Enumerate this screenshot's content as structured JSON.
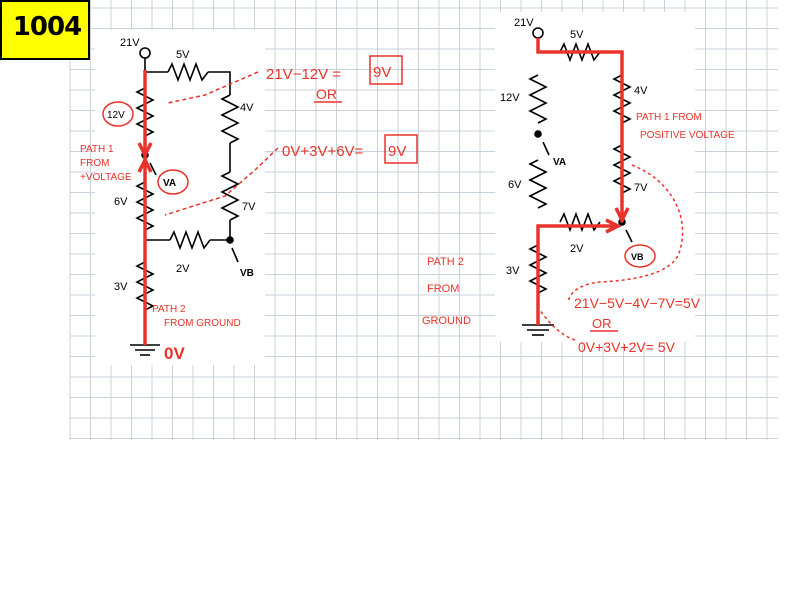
{
  "badge": {
    "label": "1004",
    "bg": "#ffff00"
  },
  "colors": {
    "grid": "#c9d3dc",
    "wire": "#000000",
    "path": "#e8332a",
    "annot": "#e8332a"
  },
  "left": {
    "source": "21V",
    "resistors": {
      "top": "5V",
      "upper_left": "12V",
      "mid_left": "6V",
      "right_upper": "4V",
      "right_lower": "7V",
      "bottom_mid": "2V",
      "bottom_left": "3V"
    },
    "va": "VA",
    "vb": "VB",
    "path1": [
      "PATH 1",
      "FROM",
      "+VOLTAGE"
    ],
    "path2": [
      "PATH 2",
      "FROM GROUND"
    ],
    "calc1": "21V−12V =",
    "calc1_box": "9V",
    "or": "OR",
    "calc2": "0V+3V+6V=",
    "calc2_box": "9V",
    "ground": "0V"
  },
  "right": {
    "source": "21V",
    "resistors": {
      "top": "5V",
      "upper_left": "12V",
      "mid_left": "6V",
      "right_upper": "4V",
      "right_lower": "7V",
      "bottom_mid": "2V",
      "bottom_left": "3V"
    },
    "va": "VA",
    "vb": "VB",
    "path1": [
      "PATH 1 FROM",
      "POSITIVE VOLTAGE"
    ],
    "path2": [
      "PATH 2",
      "FROM",
      "GROUND"
    ],
    "calc1": "21V−5V−4V−7V=5V",
    "or": "OR",
    "calc2": "0V+3V+2V= 5V"
  }
}
